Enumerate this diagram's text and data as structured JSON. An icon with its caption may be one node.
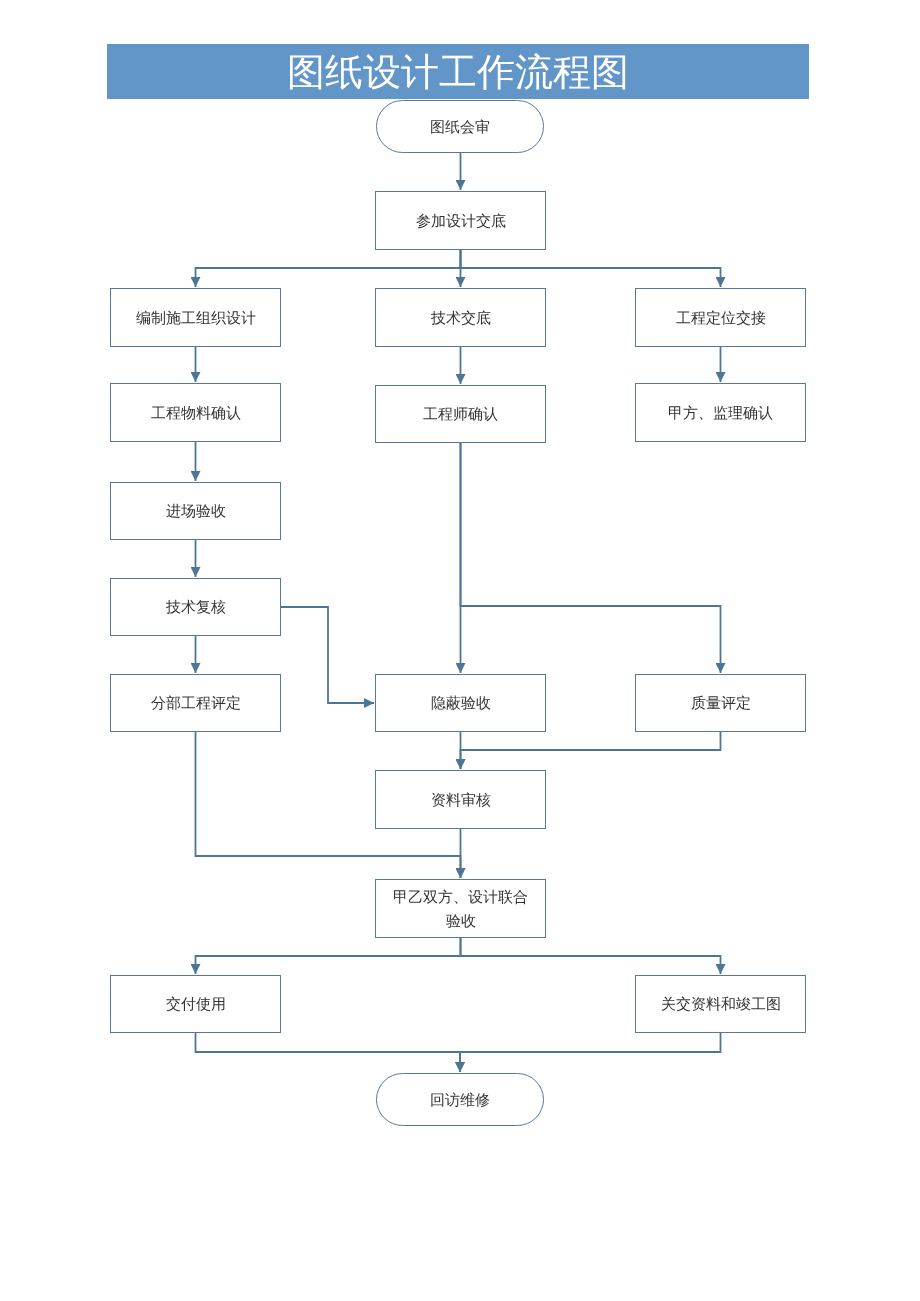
{
  "diagram": {
    "title": "图纸设计工作流程图",
    "nodes": [
      {
        "text": [
          "图纸会审"
        ]
      },
      {
        "text": [
          "参加设计交底"
        ]
      },
      {
        "text": [
          "编制施工组织设计"
        ]
      },
      {
        "text": [
          "技术交底"
        ]
      },
      {
        "text": [
          "工程定位交接"
        ]
      },
      {
        "text": [
          "工程物料确认"
        ]
      },
      {
        "text": [
          "工程师确认"
        ]
      },
      {
        "text": [
          "甲方、监理确认"
        ]
      },
      {
        "text": [
          "进场验收"
        ]
      },
      {
        "text": [
          "技术复核"
        ]
      },
      {
        "text": [
          "分部工程评定"
        ]
      },
      {
        "text": [
          "隐蔽验收"
        ]
      },
      {
        "text": [
          "质量评定"
        ]
      },
      {
        "text": [
          "资料审核"
        ]
      },
      {
        "text": [
          "甲乙双方、设计联合验收"
        ]
      },
      {
        "text": [
          "交付使用"
        ]
      },
      {
        "text": [
          "关交资料和竣工图"
        ]
      },
      {
        "text": [
          "回访维修"
        ]
      }
    ],
    "edges": [
      {
        "from": 0,
        "to": 1,
        "arrow": "to"
      },
      {
        "from": 1,
        "to": 2,
        "arrow": "to"
      },
      {
        "from": 1,
        "to": 3,
        "arrow": "to"
      },
      {
        "from": 1,
        "to": 4,
        "arrow": "to"
      },
      {
        "from": 2,
        "to": 5,
        "arrow": "to"
      },
      {
        "from": 3,
        "to": 6,
        "arrow": "to"
      },
      {
        "from": 4,
        "to": 7,
        "arrow": "to"
      },
      {
        "from": 5,
        "to": 8,
        "arrow": "to"
      },
      {
        "from": 8,
        "to": 9,
        "arrow": "to"
      },
      {
        "from": 9,
        "to": 10,
        "arrow": "to"
      },
      {
        "from": 9,
        "to": 11,
        "arrow": "to"
      },
      {
        "from": 6,
        "to": 11,
        "arrow": "to"
      },
      {
        "from": 6,
        "to": 12,
        "arrow": "to"
      },
      {
        "from": 11,
        "to": 13,
        "arrow": "to"
      },
      {
        "from": 12,
        "to": 13,
        "arrow": "to"
      },
      {
        "from": 13,
        "to": 14,
        "arrow": "to"
      },
      {
        "from": 10,
        "to": 14,
        "arrow": "to"
      },
      {
        "from": 14,
        "to": 15,
        "arrow": "to"
      },
      {
        "from": 14,
        "to": 16,
        "arrow": "to"
      },
      {
        "from": 15,
        "to": 17,
        "arrow": "to"
      },
      {
        "from": 16,
        "to": 17,
        "arrow": "to"
      }
    ]
  }
}
